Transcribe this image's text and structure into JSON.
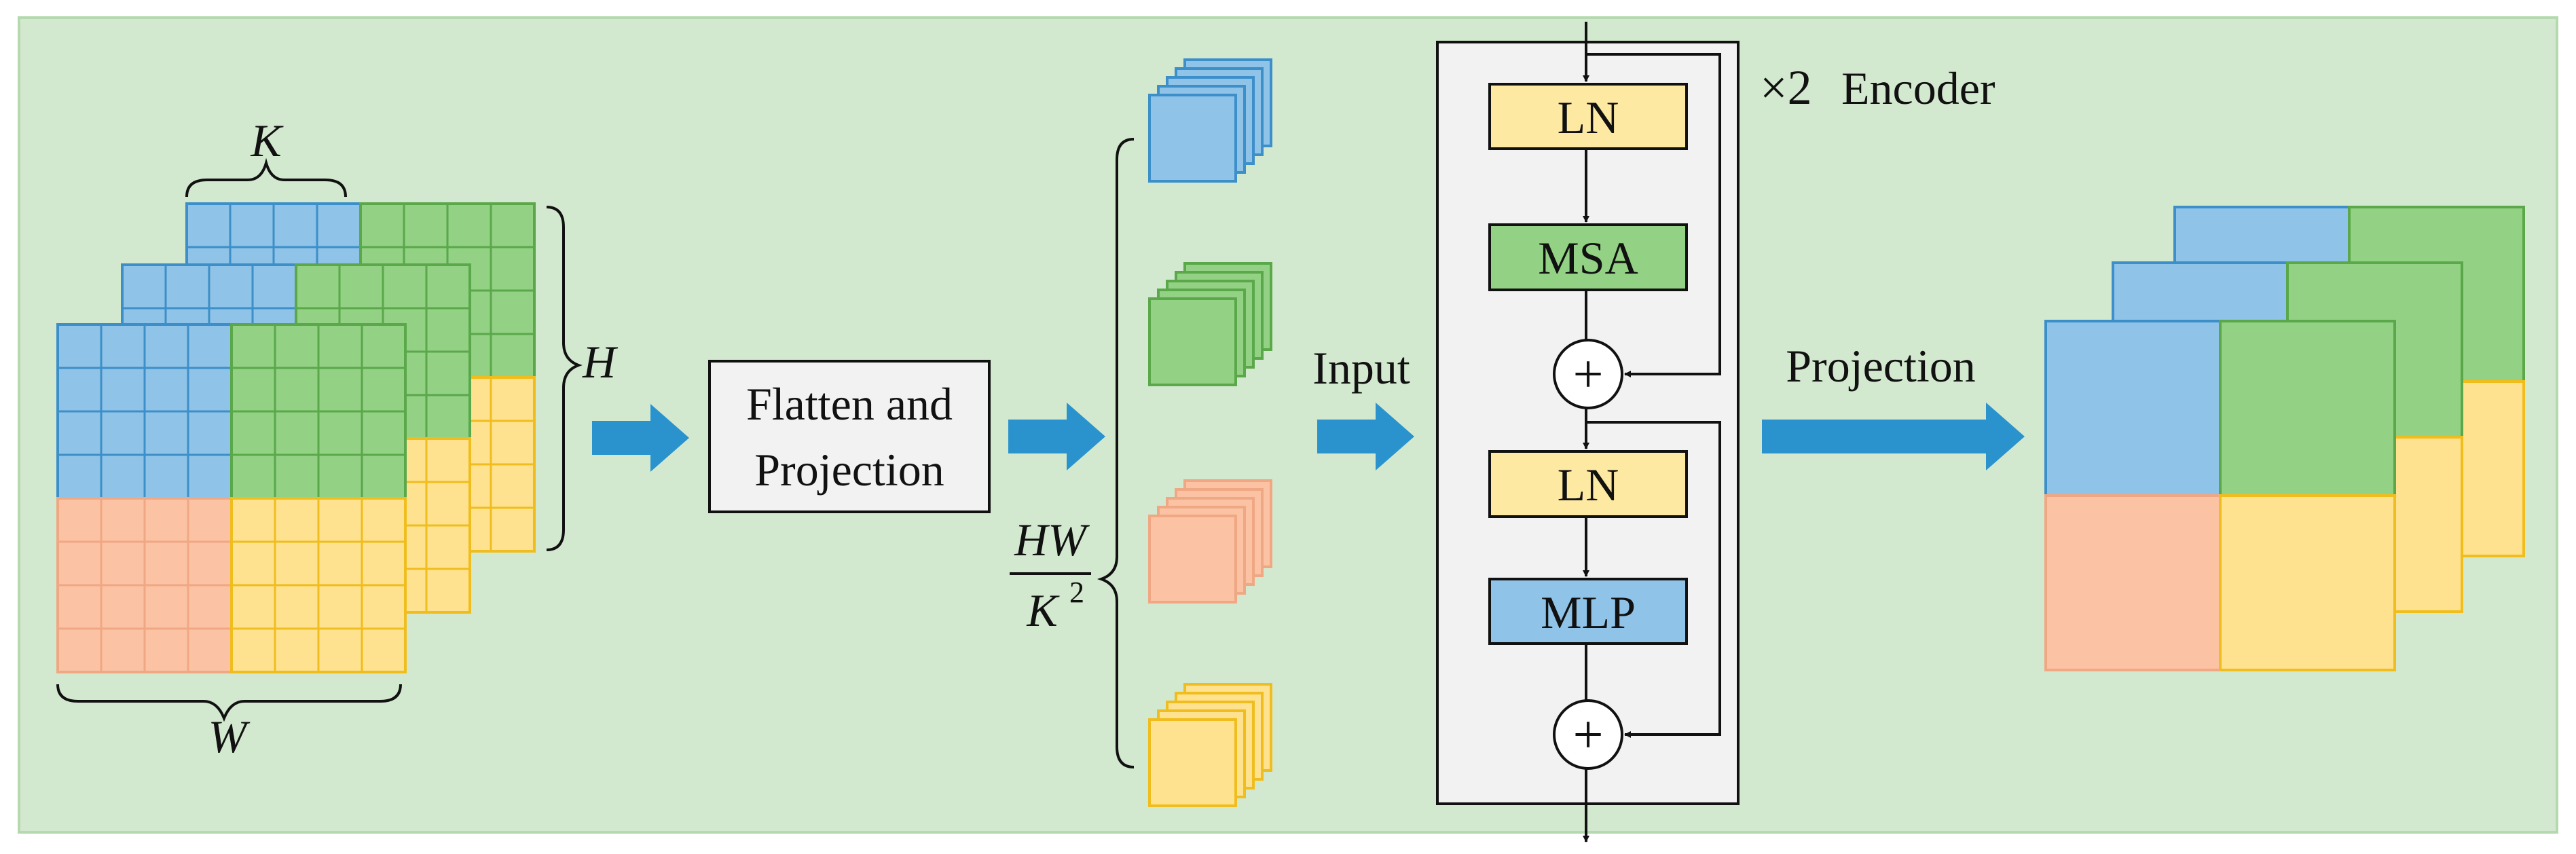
{
  "colors": {
    "panel_bg": "#d3e9cf",
    "panel_border": "#b5d9ae",
    "blue": "#8fc3e7",
    "blue_border": "#3c8fc9",
    "green": "#93d184",
    "green_border": "#5aa84a",
    "salmon": "#fbc3a4",
    "salmon_border": "#f0a784",
    "yellow": "#fee28f",
    "yellow_border": "#f0bd1e",
    "arrow": "#2a93cd",
    "encoder_bg": "#f2f2f2",
    "box_yellow": "#fee9a2",
    "box_green": "#93d184",
    "box_blue": "#8fc3e7"
  },
  "labels": {
    "k": "K",
    "h": "H",
    "w": "W",
    "flatten_line1": "Flatten and",
    "flatten_line2": "Projection",
    "hw": "HW",
    "k2_base": "K",
    "k2_exp": "2",
    "input": "Input",
    "encoder_times": "×2",
    "encoder": "Encoder",
    "ln1": "LN",
    "msa": "MSA",
    "plus": "+",
    "ln2": "LN",
    "mlp": "MLP",
    "projection": "Projection"
  }
}
